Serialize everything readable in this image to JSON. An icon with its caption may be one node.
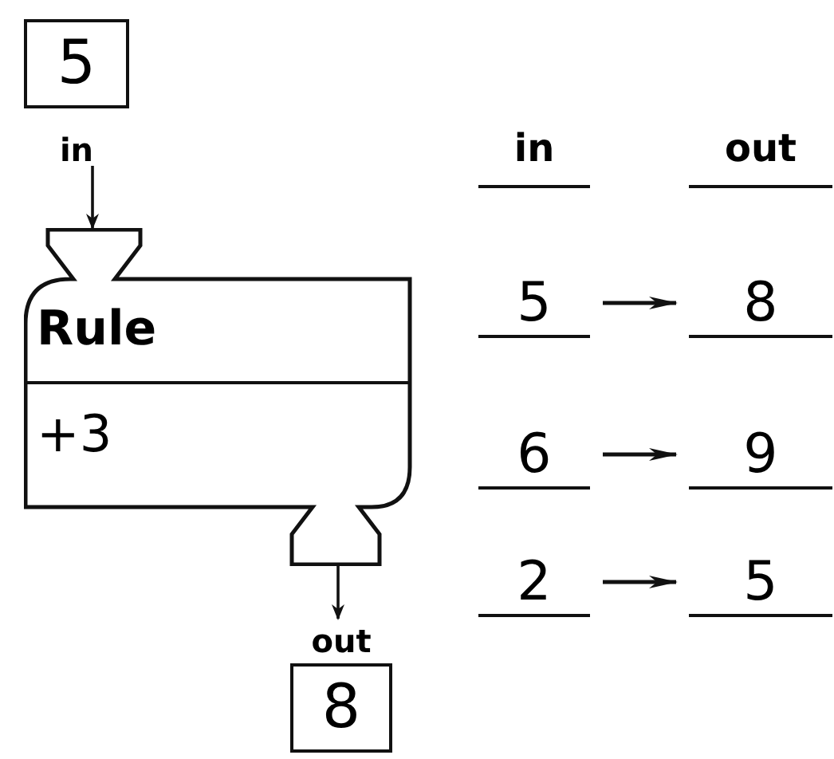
{
  "diagram": {
    "nodes": [
      {
        "text": [
          "5"
        ],
        "beside": [
          "in"
        ]
      },
      {
        "text": [
          "Rule",
          "+3"
        ]
      },
      {
        "text": [
          "8"
        ],
        "beside": [
          "out"
        ]
      },
      {
        "text": [
          "5"
        ]
      },
      {
        "text": [
          "8"
        ]
      },
      {
        "text": [
          "6"
        ]
      },
      {
        "text": [
          "9"
        ]
      },
      {
        "text": [
          "2"
        ]
      },
      {
        "text": [
          "5"
        ]
      }
    ],
    "edges": [
      {
        "from": 0,
        "to": 1,
        "arrow": "to"
      },
      {
        "from": 1,
        "to": 2,
        "arrow": "to"
      },
      {
        "from": 3,
        "to": 4,
        "arrow": "to"
      },
      {
        "from": 5,
        "to": 6,
        "arrow": "to"
      },
      {
        "from": 7,
        "to": 8,
        "arrow": "to"
      }
    ],
    "labels": [
      "in",
      "out"
    ]
  }
}
